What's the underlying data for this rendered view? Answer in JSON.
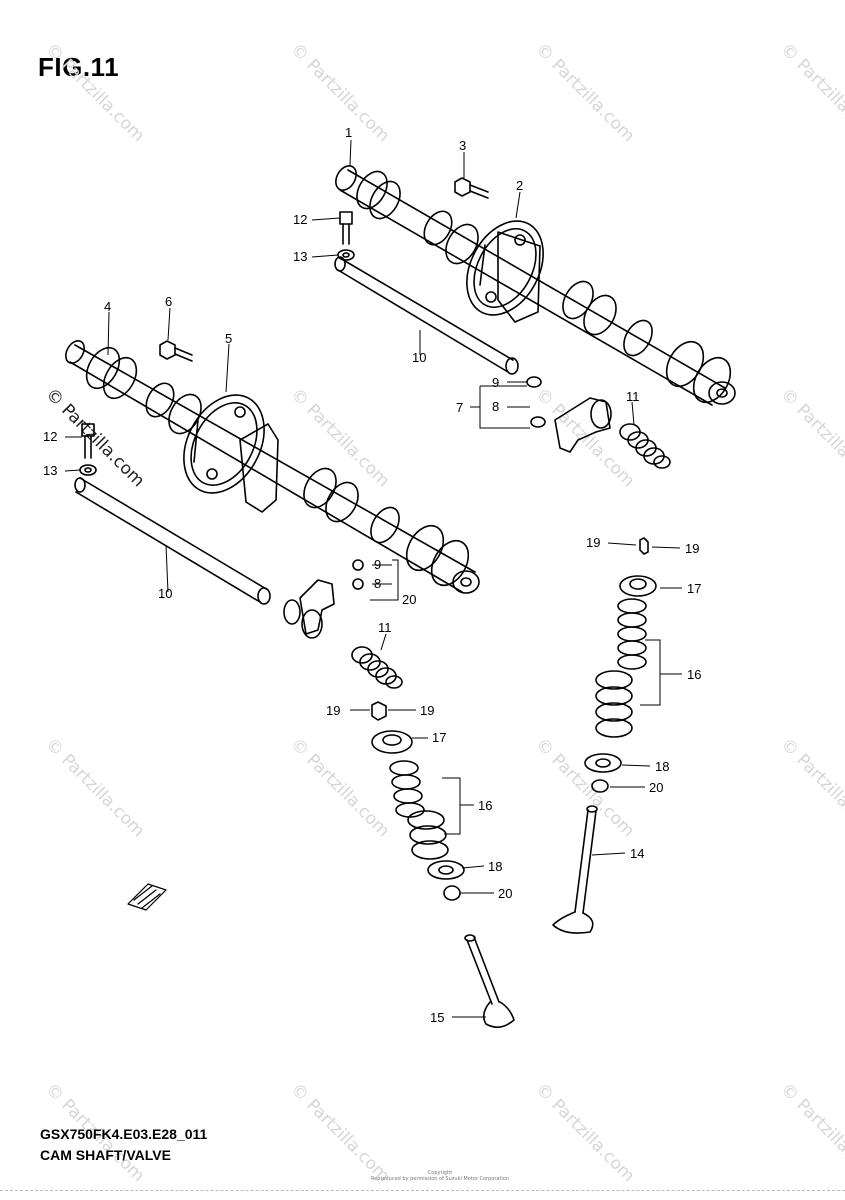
{
  "figure": {
    "title": "FIG.11",
    "model_code": "GSX750FK4.E03.E28_011",
    "section_name": "CAM SHAFT/VALVE",
    "copyright_line1": "Copyright",
    "copyright_line2": "Reproduced by permission of Suzuki Motor Corporation"
  },
  "watermark": {
    "text": "© Partzilla.com",
    "color": "#d6d6d6"
  },
  "callouts": [
    {
      "id": "c1",
      "label": "1"
    },
    {
      "id": "c2",
      "label": "2"
    },
    {
      "id": "c3",
      "label": "3"
    },
    {
      "id": "c4",
      "label": "4"
    },
    {
      "id": "c5",
      "label": "5"
    },
    {
      "id": "c6",
      "label": "6"
    },
    {
      "id": "c7",
      "label": "7"
    },
    {
      "id": "c8a",
      "label": "8"
    },
    {
      "id": "c9a",
      "label": "9"
    },
    {
      "id": "c8b",
      "label": "8"
    },
    {
      "id": "c9b",
      "label": "9"
    },
    {
      "id": "c10a",
      "label": "10"
    },
    {
      "id": "c10b",
      "label": "10"
    },
    {
      "id": "c11a",
      "label": "11"
    },
    {
      "id": "c11b",
      "label": "11"
    },
    {
      "id": "c12a",
      "label": "12"
    },
    {
      "id": "c12b",
      "label": "12"
    },
    {
      "id": "c13a",
      "label": "13"
    },
    {
      "id": "c13b",
      "label": "13"
    },
    {
      "id": "c14",
      "label": "14"
    },
    {
      "id": "c15",
      "label": "15"
    },
    {
      "id": "c16a",
      "label": "16"
    },
    {
      "id": "c16b",
      "label": "16"
    },
    {
      "id": "c17a",
      "label": "17"
    },
    {
      "id": "c17b",
      "label": "17"
    },
    {
      "id": "c18a",
      "label": "18"
    },
    {
      "id": "c18b",
      "label": "18"
    },
    {
      "id": "c19a",
      "label": "19"
    },
    {
      "id": "c19b",
      "label": "19"
    },
    {
      "id": "c19c",
      "label": "19"
    },
    {
      "id": "c19d",
      "label": "19"
    },
    {
      "id": "c20a",
      "label": "20"
    },
    {
      "id": "c20b",
      "label": "20"
    },
    {
      "id": "c20c",
      "label": "20"
    }
  ]
}
